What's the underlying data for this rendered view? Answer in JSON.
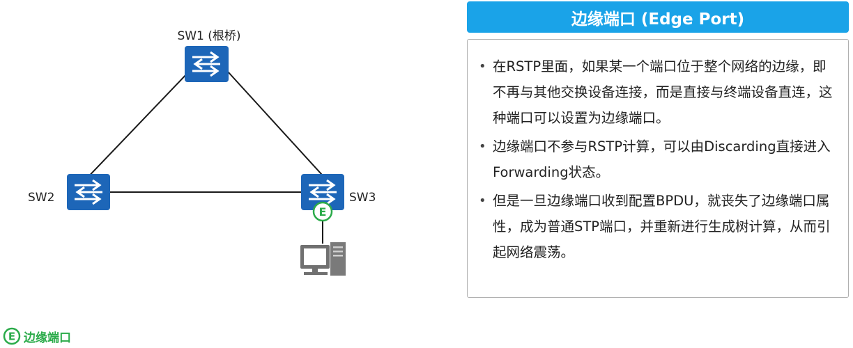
{
  "diagram": {
    "nodes": {
      "sw1": {
        "label": "SW1 (根桥)"
      },
      "sw2": {
        "label": "SW2"
      },
      "sw3": {
        "label": "SW3"
      }
    },
    "edge_marker": {
      "letter": "E"
    },
    "colors": {
      "switch_fill": "#1d66b8",
      "edge_marker": "#2bab4a",
      "link": "#1a1a1a",
      "pc": "#707070"
    },
    "icons": [
      "switch-icon",
      "pc-icon",
      "edge-port-icon"
    ]
  },
  "panel": {
    "title": "边缘端口 (Edge Port)",
    "header_color": "#1aa3e8",
    "bullets": [
      "在RSTP里面，如果某一个端口位于整个网络的边缘，即不再与其他交换设备连接，而是直接与终端设备直连，这种端口可以设置为边缘端口。",
      "边缘端口不参与RSTP计算，可以由Discarding直接进入Forwarding状态。",
      "但是一旦边缘端口收到配置BPDU，就丧失了边缘端口属性，成为普通STP端口，并重新进行生成树计算，从而引起网络震荡。"
    ]
  },
  "legend": {
    "letter": "E",
    "label": "边缘端口"
  }
}
